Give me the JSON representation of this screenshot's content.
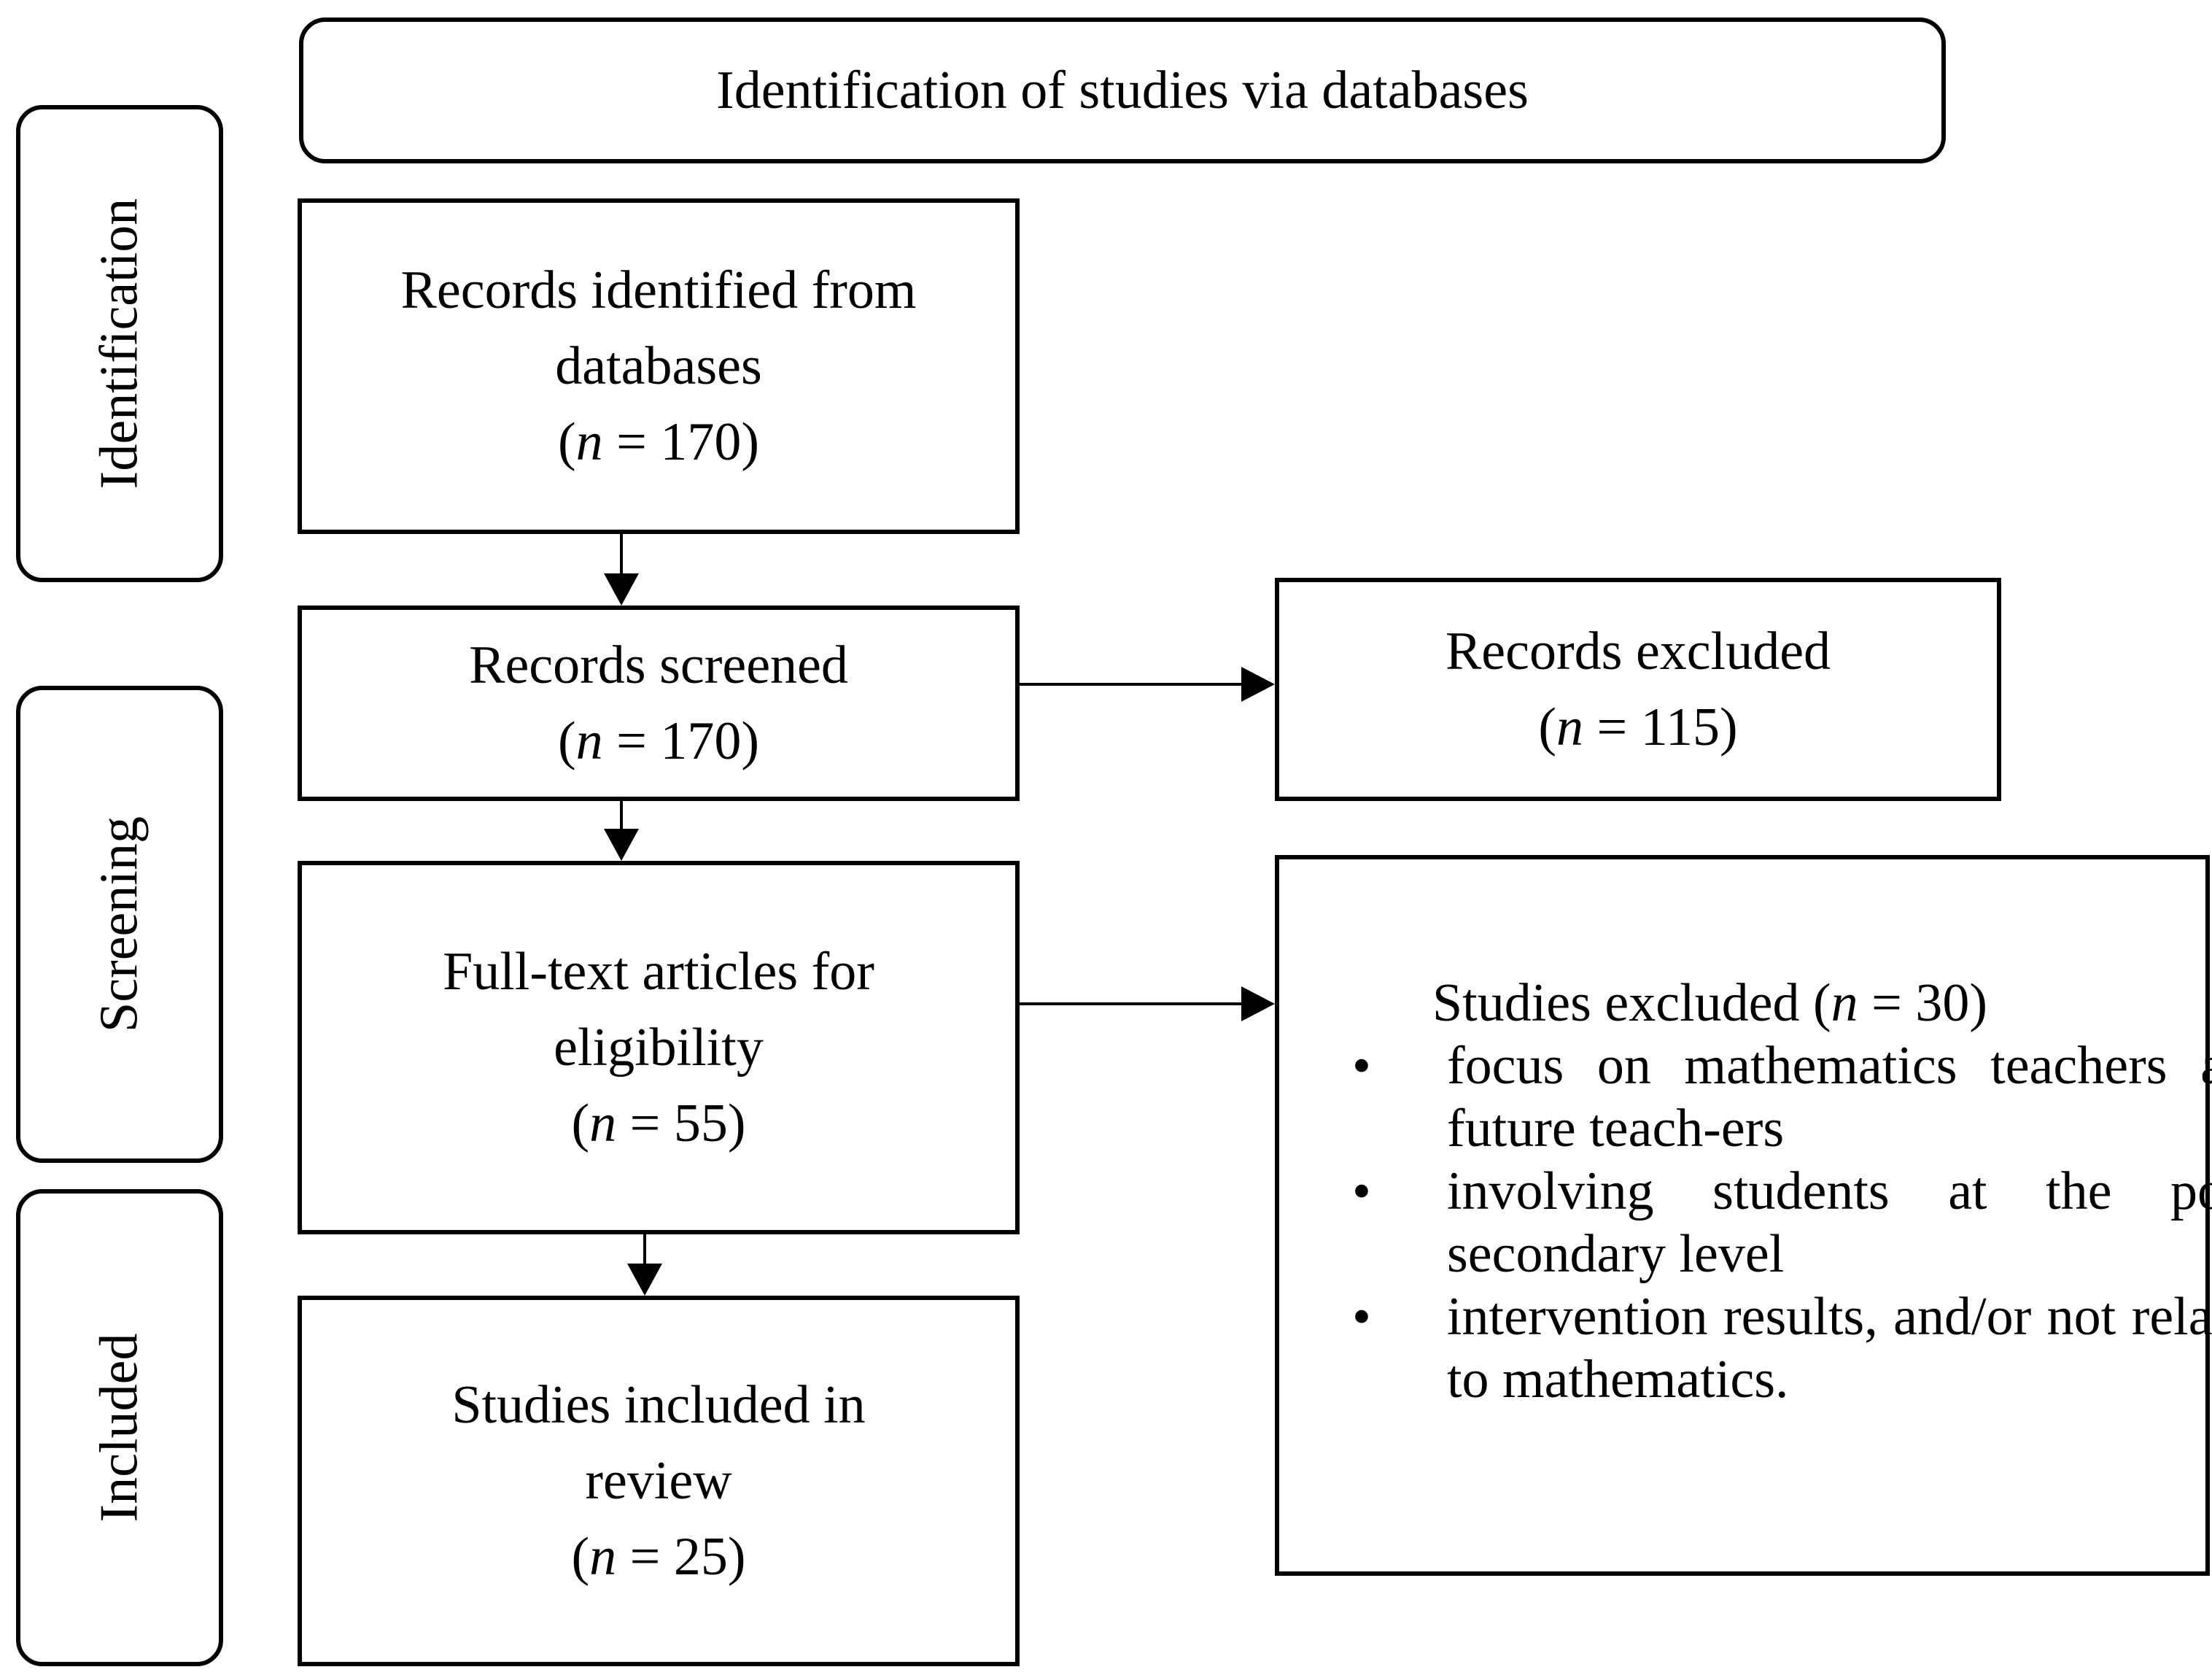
{
  "header": {
    "title": "Identification of studies via databases"
  },
  "phases": {
    "identification": "Identification",
    "screening": "Screening",
    "included": "Included"
  },
  "nodes": {
    "identified": {
      "line1": "Records identified from",
      "line2": "databases",
      "n_symbol": "n",
      "n_value": " = 170"
    },
    "screened": {
      "line1": "Records screened",
      "n_symbol": "n",
      "n_value": " = 170"
    },
    "records_excluded": {
      "line1": "Records excluded",
      "n_symbol": "n",
      "n_value": " = 115"
    },
    "fulltext": {
      "line1": "Full-text articles for",
      "line2": "eligibility",
      "n_symbol": "n",
      "n_value": " = 55"
    },
    "included": {
      "line1": "Studies included in",
      "line2": "review",
      "n_symbol": "n",
      "n_value": " = 25"
    },
    "studies_excluded": {
      "title": "Studies excluded (",
      "n_symbol": "n",
      "n_value": " = 30)",
      "bullet_glyph": "•",
      "reasons": [
        "focus on mathematics teachers and future teach-ers",
        "involving students at the post-secondary level",
        "intervention results, and/or not related to mathematics."
      ]
    }
  }
}
